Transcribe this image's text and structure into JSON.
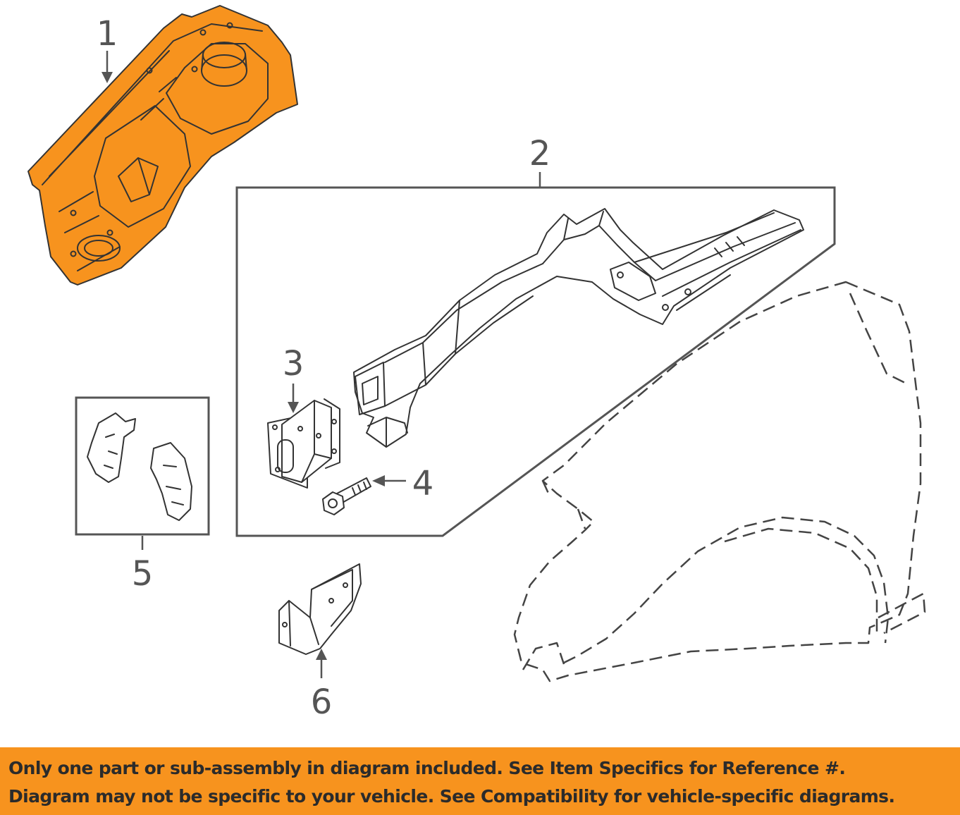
{
  "callouts": {
    "part_1": "1",
    "part_2": "2",
    "part_3": "3",
    "part_4": "4",
    "part_5": "5",
    "part_6": "6"
  },
  "colors": {
    "highlight_part": "#f7931e",
    "banner_background": "#f7931e",
    "line_art": "#333333"
  },
  "banner": {
    "line_1": "Only one part or sub-assembly in diagram included. See Item Specifics for Reference #.",
    "line_2": "Diagram may not be specific to your vehicle. See Compatibility for vehicle-specific diagrams."
  }
}
